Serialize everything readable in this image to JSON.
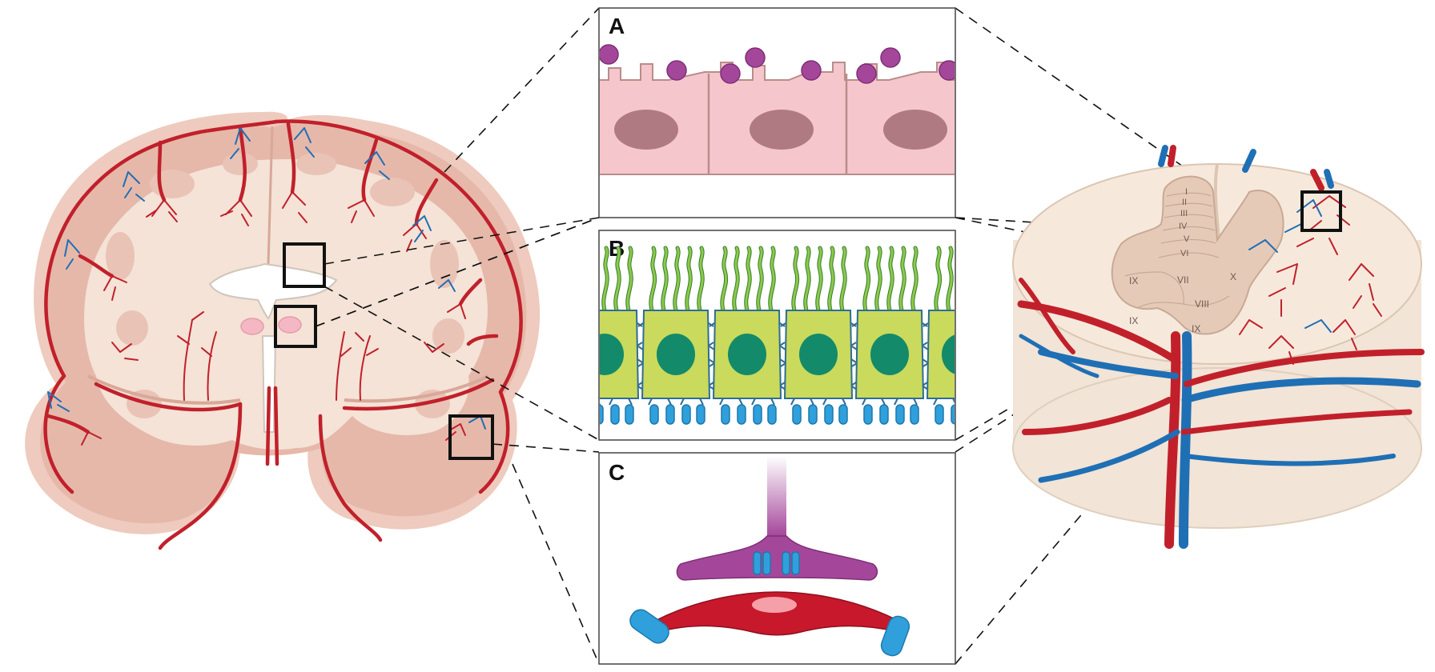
{
  "panels": {
    "a": {
      "label": "A"
    },
    "b": {
      "label": "B"
    },
    "c": {
      "label": "C"
    }
  },
  "spinal_cord": {
    "laminae": [
      "I",
      "II",
      "III",
      "IV",
      "V",
      "VI",
      "VII",
      "VIII",
      "IX",
      "IX",
      "IX",
      "X"
    ]
  },
  "colors": {
    "artery": "#c1202b",
    "vein": "#1f6fb5",
    "brain_outer": "#e9c3b6",
    "brain_white": "#f4e4d8",
    "ependymal_cell": "#f6c6cd",
    "nucleus_a": "#b07a82",
    "apical_bleb": "#a4479a",
    "tanycyte_cell": "#c9da5c",
    "nucleus_b": "#138a6a",
    "cilia": "#7fbf3a",
    "end_foot": "#2fa0dc",
    "pericyte": "#a4479a",
    "endothelium": "#c8182b"
  }
}
